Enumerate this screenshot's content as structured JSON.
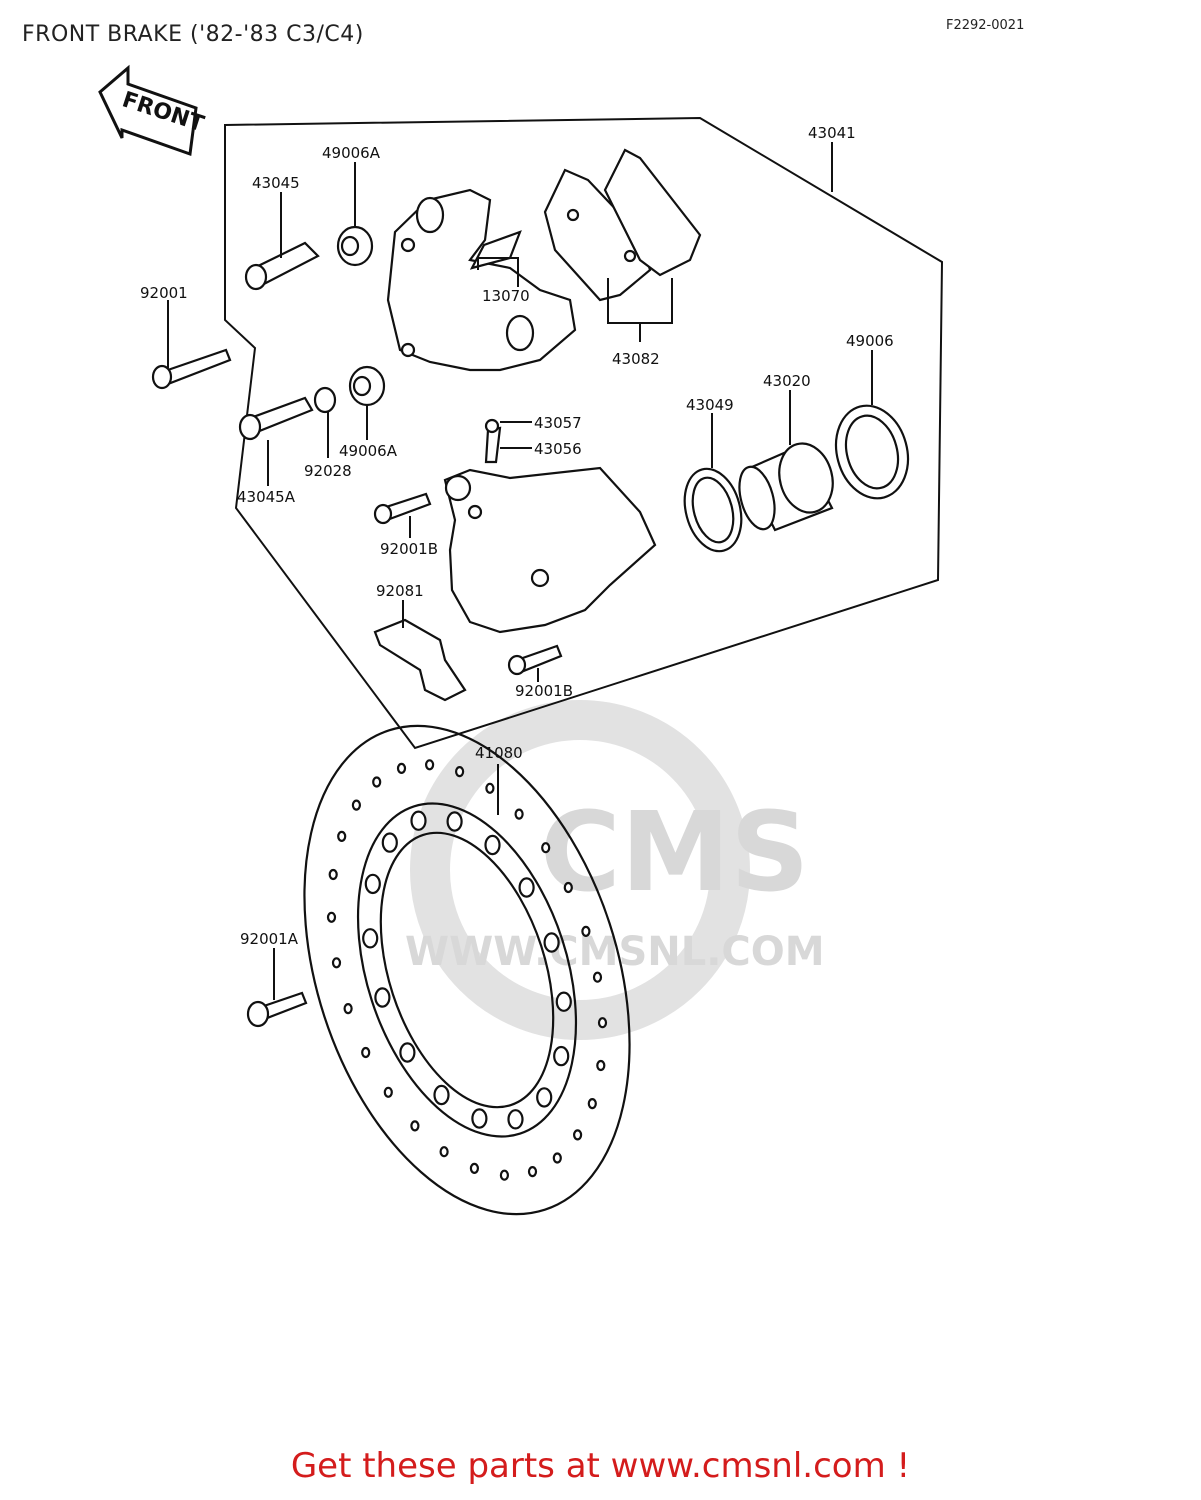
{
  "title": "FRONT BRAKE ('82-'83 C3/C4)",
  "figure_code": "F2292-0021",
  "front_arrow_text": "FRONT",
  "watermark": {
    "brand": "CMS",
    "url": "WWW.CMSNL.COM"
  },
  "footer": {
    "text": "Get these parts at www.cmsnl.com !"
  },
  "parts": [
    {
      "id": "p43041",
      "number": "43041"
    },
    {
      "id": "p49006A_top",
      "number": "49006A"
    },
    {
      "id": "p43045",
      "number": "43045"
    },
    {
      "id": "p92001",
      "number": "92001"
    },
    {
      "id": "p13070",
      "number": "13070"
    },
    {
      "id": "p43082",
      "number": "43082"
    },
    {
      "id": "p49006",
      "number": "49006"
    },
    {
      "id": "p43020",
      "number": "43020"
    },
    {
      "id": "p43049",
      "number": "43049"
    },
    {
      "id": "p43057",
      "number": "43057"
    },
    {
      "id": "p43056",
      "number": "43056"
    },
    {
      "id": "p49006A_low",
      "number": "49006A"
    },
    {
      "id": "p92028",
      "number": "92028"
    },
    {
      "id": "p43045A",
      "number": "43045A"
    },
    {
      "id": "p92001B_a",
      "number": "92001B"
    },
    {
      "id": "p92081",
      "number": "92081"
    },
    {
      "id": "p92001B_b",
      "number": "92001B"
    },
    {
      "id": "p41080",
      "number": "41080"
    },
    {
      "id": "p92001A",
      "number": "92001A"
    }
  ]
}
